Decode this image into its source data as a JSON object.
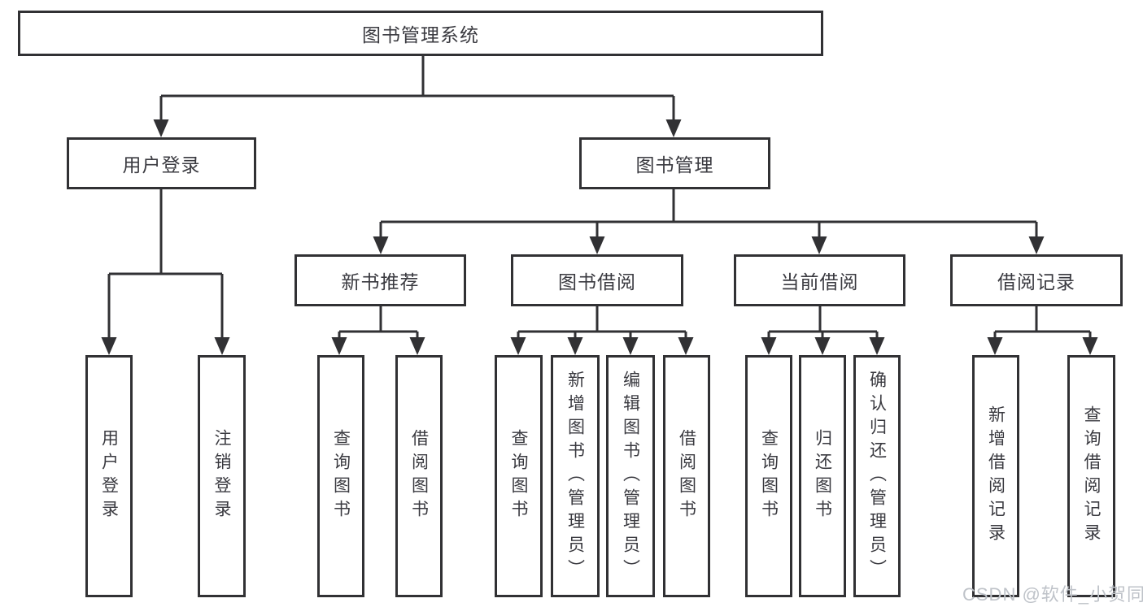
{
  "tree": {
    "label": "图书管理系统",
    "children": [
      {
        "label": "用户登录",
        "children": [
          {
            "label": "用户登录"
          },
          {
            "label": "注销登录"
          }
        ]
      },
      {
        "label": "图书管理",
        "children": [
          {
            "label": "新书推荐",
            "children": [
              {
                "label": "查询图书"
              },
              {
                "label": "借阅图书"
              }
            ]
          },
          {
            "label": "图书借阅",
            "children": [
              {
                "label": "查询图书"
              },
              {
                "label": "新增图书（管理员）"
              },
              {
                "label": "编辑图书（管理员）"
              },
              {
                "label": "借阅图书"
              }
            ]
          },
          {
            "label": "当前借阅",
            "children": [
              {
                "label": "查询图书"
              },
              {
                "label": "归还图书"
              },
              {
                "label": "确认归还（管理员）"
              }
            ]
          },
          {
            "label": "借阅记录",
            "children": [
              {
                "label": "新增借阅记录"
              },
              {
                "label": "查询借阅记录"
              }
            ]
          }
        ]
      }
    ]
  },
  "watermark": {
    "text": "CSDN @软件_小贺同学"
  },
  "colors": {
    "line": "#313134",
    "box_border": "#313134",
    "label_text": "#3a3a40",
    "watermark": "#bfc3c9",
    "background": "#ffffff"
  }
}
